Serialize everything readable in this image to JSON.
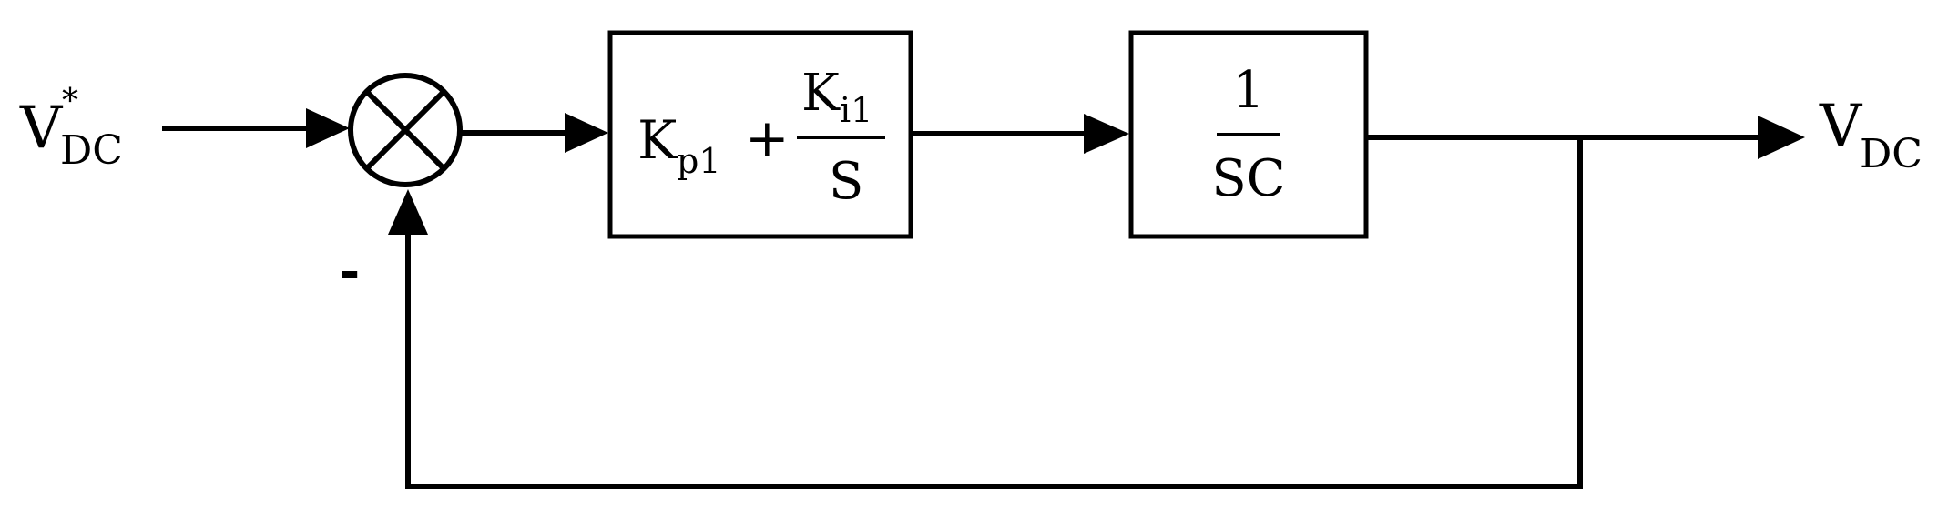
{
  "diagram": {
    "input_signal": {
      "base": "V",
      "superscript": "*",
      "subscript": "DC"
    },
    "output_signal": {
      "base": "V",
      "subscript": "DC"
    },
    "feedback_sign": "-",
    "controller_block": {
      "kp_base": "K",
      "kp_subscript": "p1",
      "plus": "+",
      "ki_base": "K",
      "ki_subscript": "i1",
      "denominator": "S"
    },
    "plant_block": {
      "numerator": "1",
      "denominator": "SC"
    }
  }
}
